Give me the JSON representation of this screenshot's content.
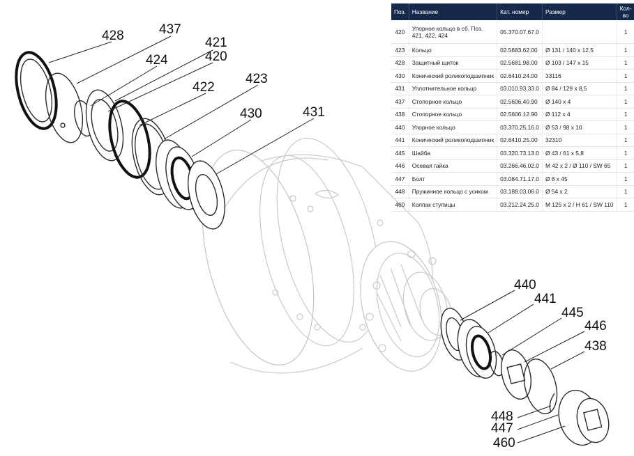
{
  "table": {
    "headers": {
      "pos": "Поз.",
      "name": "Название",
      "catalog": "Кат. номер",
      "size": "Размер",
      "qty": "Кол-во"
    },
    "rows": [
      {
        "pos": "420",
        "name": "Упорное кольцо в сб. Поз. 421, 422, 424",
        "catalog": "05.370.07.67.0",
        "size": "",
        "qty": "1"
      },
      {
        "pos": "423",
        "name": "Кольцо",
        "catalog": "02.5683.62.00",
        "size": "Ø 131 / 140 x 12,5",
        "qty": "1"
      },
      {
        "pos": "428",
        "name": "Защитный щиток",
        "catalog": "02.5681.98.00",
        "size": "Ø 103 / 147 x 15",
        "qty": "1"
      },
      {
        "pos": "430",
        "name": "Конический роликоподшипник",
        "catalog": "02.6410.24.00",
        "size": "33116",
        "qty": "1"
      },
      {
        "pos": "431",
        "name": "Уплотнительное кольцо",
        "catalog": "03.010.93.33.0",
        "size": "Ø 84 / 129 x 8,5",
        "qty": "1"
      },
      {
        "pos": "437",
        "name": "Стопорное кольцо",
        "catalog": "02.5606.40.90",
        "size": "Ø 140 x 4",
        "qty": "1"
      },
      {
        "pos": "438",
        "name": "Стопорное кольцо",
        "catalog": "02.5606.12.90",
        "size": "Ø 112 x 4",
        "qty": "1"
      },
      {
        "pos": "440",
        "name": "Упорное кольцо",
        "catalog": "03.370.25.16.0",
        "size": "Ø 53 / 98 x 10",
        "qty": "1"
      },
      {
        "pos": "441",
        "name": "Конический роликоподшипник",
        "catalog": "02.6410.25.00",
        "size": "32310",
        "qty": "1"
      },
      {
        "pos": "445",
        "name": "Шайба",
        "catalog": "03.320.73.13.0",
        "size": "Ø 43 / 61 x 5,8",
        "qty": "1"
      },
      {
        "pos": "446",
        "name": "Осевая гайка",
        "catalog": "03.266.46.02.0",
        "size": "M 42 x 2 / Ø 110 / SW 65",
        "qty": "1"
      },
      {
        "pos": "447",
        "name": "Болт",
        "catalog": "03.084.71.17.0",
        "size": "Ø 8 x 45",
        "qty": "1"
      },
      {
        "pos": "448",
        "name": "Пружинное кольцо с усиком",
        "catalog": "03.188.03.06.0",
        "size": "Ø 54 x 2",
        "qty": "1"
      },
      {
        "pos": "460",
        "name": "Колпак ступицы",
        "catalog": "03.212.24.25.0",
        "size": "M 125 x 2 / H 61 / SW 110",
        "qty": "1"
      }
    ]
  },
  "callouts": {
    "c428": "428",
    "c437": "437",
    "c424": "424",
    "c421": "421",
    "c420": "420",
    "c422": "422",
    "c423": "423",
    "c430": "430",
    "c431": "431",
    "c440": "440",
    "c441": "441",
    "c445": "445",
    "c446": "446",
    "c438": "438",
    "c448": "448",
    "c447": "447",
    "c460": "460"
  },
  "colors": {
    "header_bg": "#15294a",
    "ghost_line": "#c9c9c9",
    "part_line": "#2a2a2a"
  }
}
